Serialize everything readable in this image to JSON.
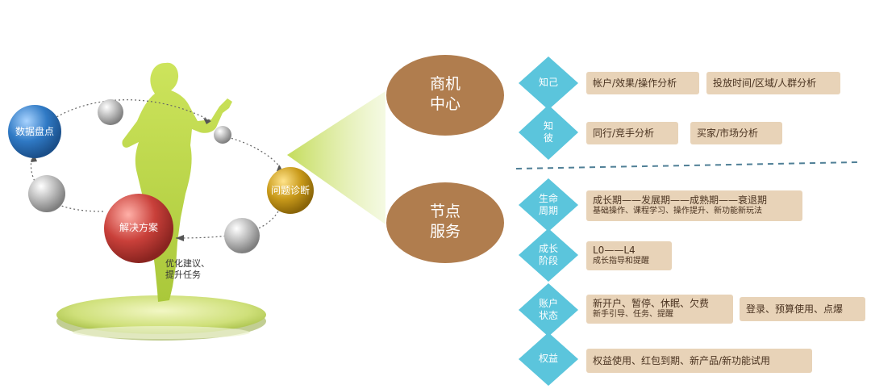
{
  "left": {
    "data_check": "数据盘点",
    "diagnosis": "问题诊断",
    "solution": "解决方案",
    "note_line1": "优化建议、",
    "note_line2": "提升任务"
  },
  "right": {
    "hub1": {
      "line1": "商机",
      "line2": "中心"
    },
    "hub2": {
      "line1": "节点",
      "line2": "服务"
    },
    "rows": [
      {
        "tag": "知己",
        "boxes": [
          "帐户/效果/操作分析",
          "投放时间/区域/人群分析"
        ]
      },
      {
        "tag_line1": "知",
        "tag_line2": "彼",
        "boxes": [
          "同行/竞手分析",
          "买家/市场分析"
        ]
      },
      {
        "tag_line1": "生命",
        "tag_line2": "周期",
        "main": "成长期——发展期——成熟期——衰退期",
        "sub": "基础操作、课程学习、操作提升、新功能新玩法"
      },
      {
        "tag_line1": "成长",
        "tag_line2": "阶段",
        "main": "L0——L4",
        "sub": "成长指导和提醒"
      },
      {
        "tag_line1": "账户",
        "tag_line2": "状态",
        "main": "新开户、暂停、休眠、欠费",
        "sub": "新手引导、任务、提醒",
        "extra": "登录、预算使用、点爆"
      },
      {
        "tag": "权益",
        "boxes": [
          "权益使用、红包到期、新产品/新功能试用"
        ]
      }
    ]
  },
  "colors": {
    "diamond": "#5bc5dc",
    "oval": "#b07d4e",
    "box": "#e8d3b8",
    "figure": "#bcd84a",
    "blue_ball": "#2f79c4",
    "red_ball": "#c9403a",
    "gold_ball": "#c99a1a",
    "divider": "#4f7f96"
  }
}
